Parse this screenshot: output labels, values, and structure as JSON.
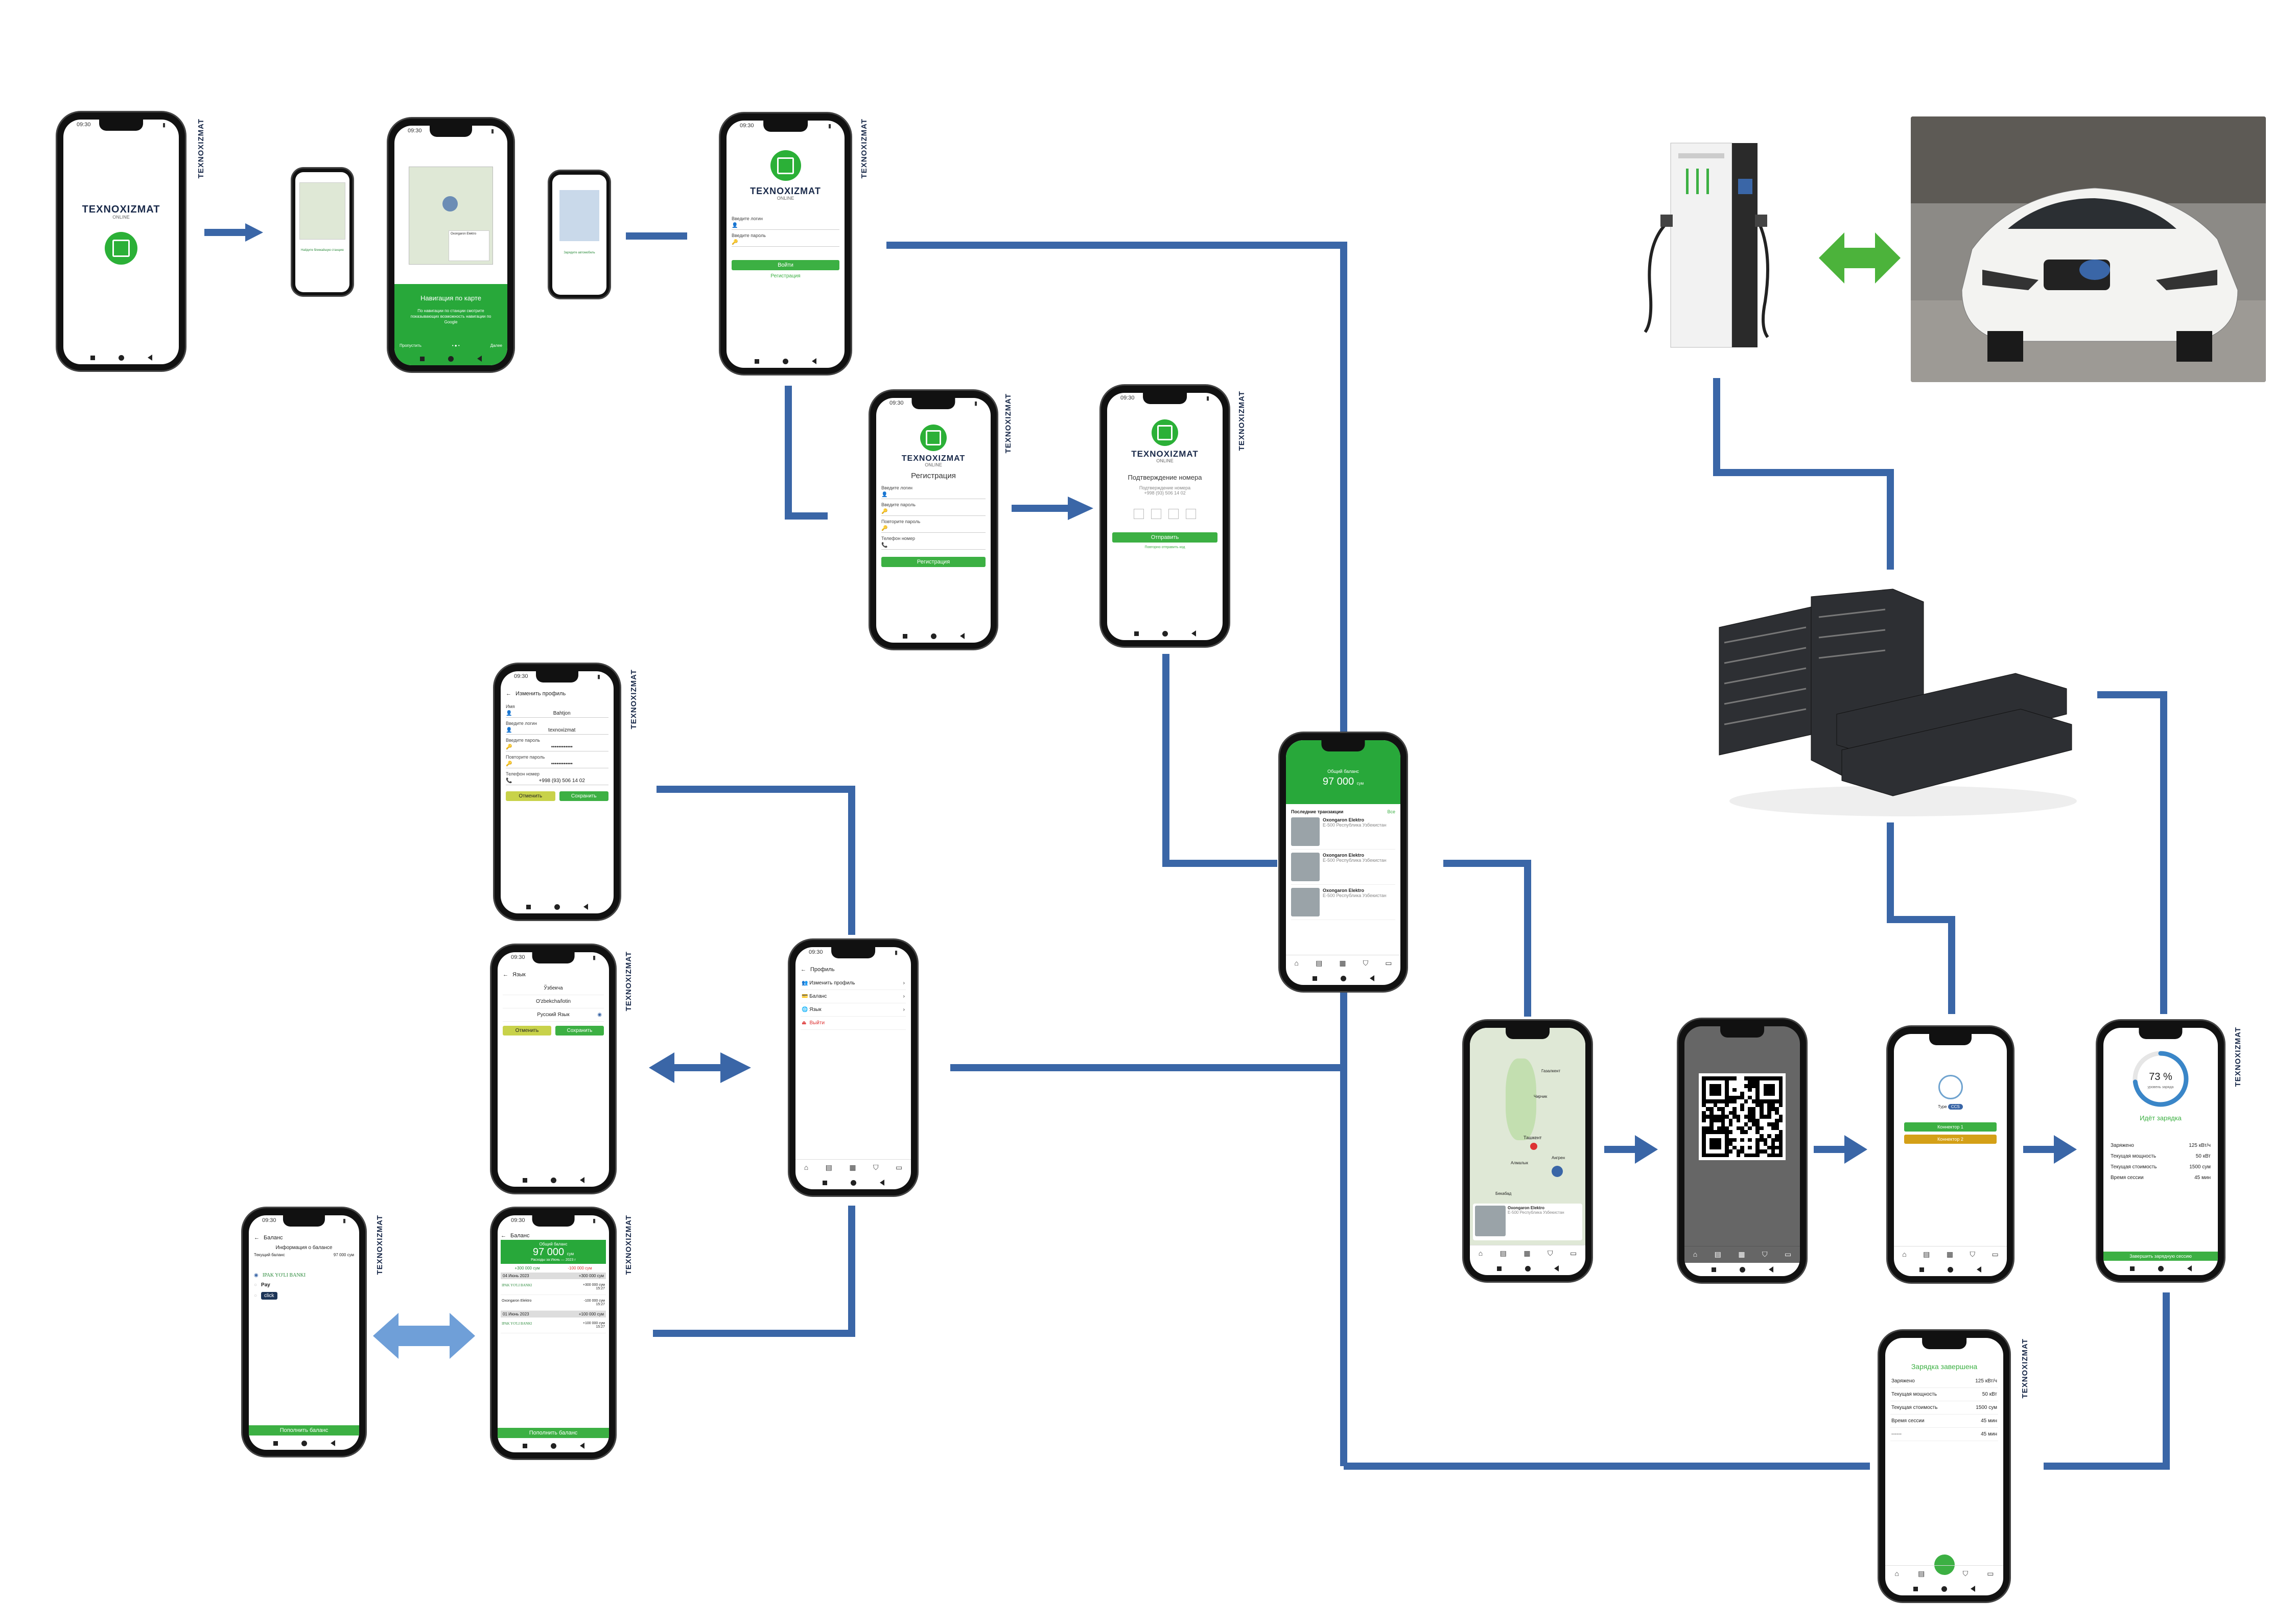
{
  "brand": {
    "name": "TEXNOXIZMAT",
    "sub": "ONLINE"
  },
  "status_time": "09:30",
  "splash": {},
  "onboarding": {
    "title": "Навигация по карте",
    "text": "По навигации по станции смотрите показывающих возможность навигации по Google",
    "skip": "Пропустить",
    "next": "Далее",
    "small_caption_1": "Найдите ближайшую станцию",
    "small_caption_2": "Зарядите автомобиль"
  },
  "login": {
    "login_label": "Введите логин",
    "password_label": "Введите пароль",
    "login_button": "Войти",
    "register_link": "Регистрация"
  },
  "register": {
    "title": "Регистрация",
    "fields": [
      "Введите логин",
      "Введите пароль",
      "Повторите пароль",
      "Телефон номер"
    ],
    "button": "Регистрация"
  },
  "confirm": {
    "title": "Подтверждение номера",
    "hint": "Подтверждение номера",
    "phone": "+998 (93) 506 14 02",
    "send_button": "Отправить",
    "resend": "Повторно отправить код"
  },
  "edit_profile": {
    "title": "Изменить профиль",
    "name_label": "Имя",
    "name_value": "Bahtjon",
    "login_label": "Введите логин",
    "login_value": "texnoxizmat",
    "password_label": "Введите пароль",
    "password_value": "••••••••••••",
    "repeat_label": "Повторите пароль",
    "repeat_value": "••••••••••••",
    "phone_label": "Телефон номер",
    "phone_value": "+998 (93) 506 14 02",
    "cancel": "Отменить",
    "save": "Сохранить"
  },
  "language": {
    "title": "Язык",
    "options": [
      "Ўзбекча",
      "O'zbekcha/lotin",
      "Русский Язык"
    ],
    "cancel": "Отменить",
    "save": "Сохранить"
  },
  "profile_menu": {
    "title": "Профиль",
    "items": [
      "Изменить профиль",
      "Баланс",
      "Язык"
    ],
    "logout": "Выйти"
  },
  "home": {
    "balance_label": "Общий баланс",
    "balance_value": "97 000",
    "currency": "сум",
    "recent_title": "Последние транзакции",
    "all": "Все",
    "items": [
      {
        "name": "Oxongaron Elektro",
        "addr": "E-500 Республика Узбекистан"
      },
      {
        "name": "Oxongaron Elektro",
        "addr": "E-500 Республика Узбекистан"
      },
      {
        "name": "Oxongaron Elektro",
        "addr": "E-500 Республика Узбекистан"
      }
    ]
  },
  "balance_topup": {
    "title": "Баланс",
    "info": "Информация о балансе",
    "current_label": "Текущий баланс",
    "current_value": "97 000 сум",
    "methods": [
      "IPAK YO'LI BANKI",
      "Pay",
      "click"
    ],
    "button": "Пополнить баланс"
  },
  "balance_history": {
    "title": "Баланс",
    "balance_label": "Общий баланс",
    "balance_value": "97 000",
    "currency": "сум",
    "period": "Расходы за Июнь — 2023 г",
    "in": "+300 000 сум",
    "out": "-100 000 сум",
    "groups": [
      {
        "date": "04 Июнь 2023",
        "sum": "+300 000 сум",
        "rows": [
          {
            "name": "IPAK YO'LI BANKI",
            "amount": "+300 000 сум",
            "time": "15:27"
          },
          {
            "name": "Oxongaron Elektro",
            "amount": "-100 000 сум",
            "time": "15:27"
          }
        ]
      },
      {
        "date": "01 Июнь 2023",
        "sum": "+100 000 сум",
        "rows": [
          {
            "name": "IPAK YO'LI BANKI",
            "amount": "+100 000 сум",
            "time": "15:27"
          }
        ]
      }
    ],
    "button": "Пополнить баланс"
  },
  "map_screen": {
    "station_name": "Oxongaron Elektro",
    "station_addr": "E-500 Республика Узбекистан",
    "labels": [
      "Ташкент",
      "Чирчик",
      "Ангрен",
      "Алмалык",
      "Бекабад",
      "Газалкент"
    ]
  },
  "connector": {
    "type_label": "Type",
    "type_value": "CCS",
    "c1": "Коннектор 1",
    "c2": "Коннектор 2"
  },
  "charging": {
    "percent": "73 %",
    "percent_sub": "уровень заряда",
    "status": "Идёт зарядка",
    "rows": [
      {
        "k": "Заряжено",
        "v": "125 кВт/ч"
      },
      {
        "k": "Текущая мощность",
        "v": "50 кВт"
      },
      {
        "k": "Текущая стоимость",
        "v": "1500 сум"
      },
      {
        "k": "Время сессии",
        "v": "45 мин"
      }
    ],
    "stop": "Завершить зарядную сессию",
    "progress": 0.73
  },
  "finished": {
    "title": "Зарядка завершена",
    "rows": [
      {
        "k": "Заряжено",
        "v": "125 кВт/ч"
      },
      {
        "k": "Текущая мощность",
        "v": "50 кВт"
      },
      {
        "k": "Текущая стоимость",
        "v": "1500 сум"
      },
      {
        "k": "Время сессии",
        "v": "45 мин"
      },
      {
        "k": "------",
        "v": "45 мин"
      }
    ]
  },
  "colors": {
    "line": "#3a66a7",
    "green": "#3cb043",
    "accent_arrow": "#4cb33b",
    "topup_arrow": "#6f9fd8"
  },
  "icons": [
    "map-logo-icon",
    "user-icon",
    "key-icon",
    "phone-icon",
    "home-icon",
    "qr-icon",
    "wallet-icon",
    "back-arrow-icon"
  ]
}
